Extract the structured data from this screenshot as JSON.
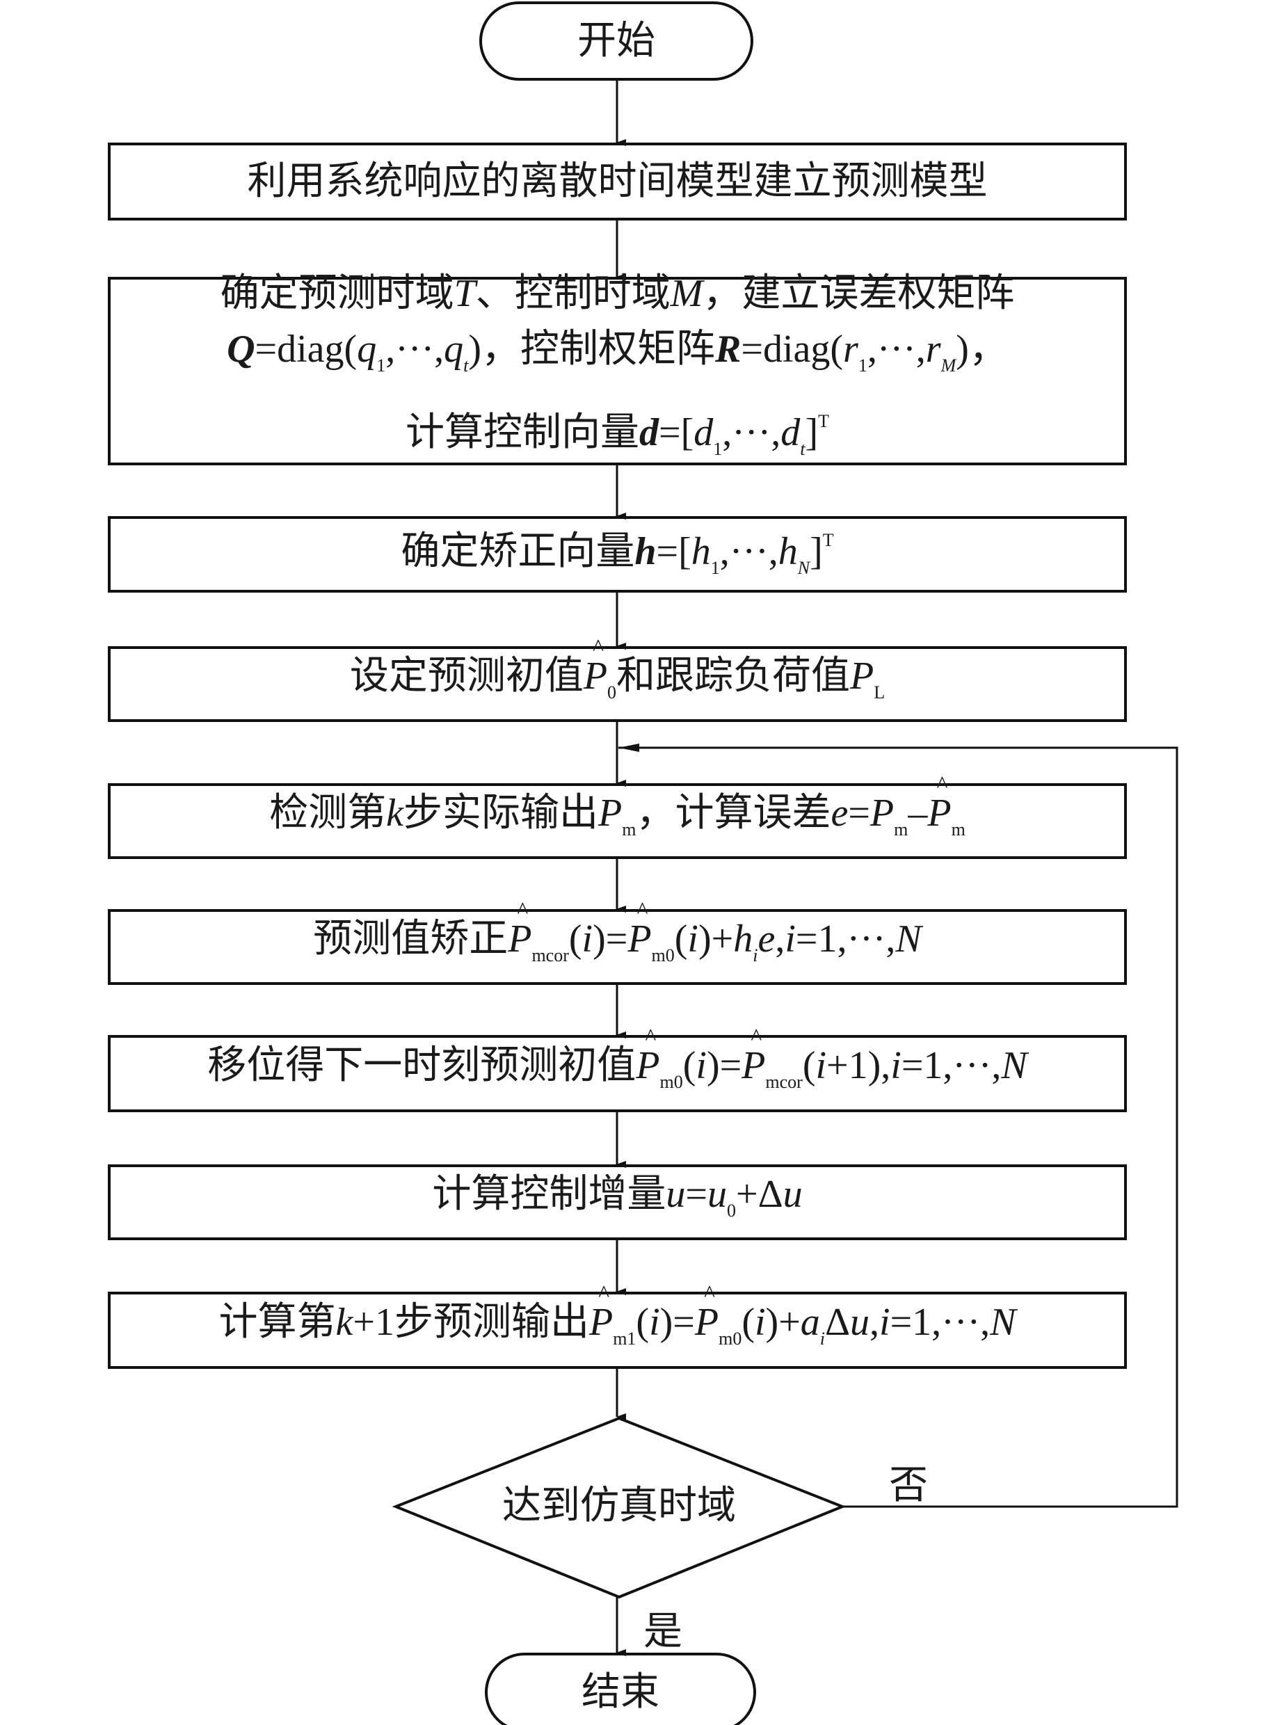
{
  "start": "开始",
  "end": "结束",
  "steps": [
    {
      "lines": [
        [
          [
            "利用系统响应的离散时间模型建立预测模型",
            ""
          ]
        ]
      ]
    },
    {
      "lines": [
        [
          [
            "确定预测时域",
            ""
          ],
          [
            "T",
            "i"
          ],
          [
            "、控制时域",
            ""
          ],
          [
            "M",
            "i"
          ],
          [
            "，建立误差权矩阵",
            ""
          ]
        ],
        [
          [
            "Q",
            "b"
          ],
          [
            "=diag(",
            ""
          ],
          [
            "q",
            "i"
          ],
          [
            "1",
            "s"
          ],
          [
            ",···,",
            ""
          ],
          [
            "q",
            "i"
          ],
          [
            "t",
            "si"
          ],
          [
            ")，控制权矩阵",
            ""
          ],
          [
            "R",
            "b"
          ],
          [
            "=diag(",
            ""
          ],
          [
            "r",
            "i"
          ],
          [
            "1",
            "s"
          ],
          [
            ",···,",
            ""
          ],
          [
            "r",
            "i"
          ],
          [
            "M",
            "si"
          ],
          [
            ")，",
            ""
          ]
        ],
        [
          [
            "计算控制向量",
            ""
          ],
          [
            "d",
            "b"
          ],
          [
            "=[",
            ""
          ],
          [
            "d",
            "i"
          ],
          [
            "1",
            "s"
          ],
          [
            ",···,",
            ""
          ],
          [
            "d",
            "i"
          ],
          [
            "t",
            "si"
          ],
          [
            "]",
            ""
          ],
          [
            "T",
            "S"
          ]
        ]
      ]
    },
    {
      "lines": [
        [
          [
            "确定矫正向量",
            ""
          ],
          [
            "h",
            "b"
          ],
          [
            "=[",
            ""
          ],
          [
            "h",
            "i"
          ],
          [
            "1",
            "s"
          ],
          [
            ",···,",
            ""
          ],
          [
            "h",
            "i"
          ],
          [
            "N",
            "si"
          ],
          [
            "]",
            ""
          ],
          [
            "T",
            "S"
          ]
        ]
      ]
    },
    {
      "lines": [
        [
          [
            "设定预测初值",
            ""
          ],
          [
            "P",
            "h"
          ],
          [
            "0",
            "s"
          ],
          [
            "和跟踪负荷值",
            ""
          ],
          [
            "P",
            "i"
          ],
          [
            "L",
            "s"
          ]
        ]
      ]
    },
    {
      "lines": [
        [
          [
            "检测第",
            ""
          ],
          [
            "k",
            "i"
          ],
          [
            "步实际输出",
            ""
          ],
          [
            "P",
            "i"
          ],
          [
            "m",
            "s"
          ],
          [
            "，计算误差",
            ""
          ],
          [
            "e",
            "i"
          ],
          [
            "=",
            ""
          ],
          [
            "P",
            "i"
          ],
          [
            "m",
            "s"
          ],
          [
            "–",
            ""
          ],
          [
            "P",
            "h"
          ],
          [
            "m",
            "s"
          ]
        ]
      ]
    },
    {
      "lines": [
        [
          [
            "预测值矫正",
            ""
          ],
          [
            "P",
            "h"
          ],
          [
            "mcor",
            "s"
          ],
          [
            "(",
            ""
          ],
          [
            "i",
            "i"
          ],
          [
            ")=",
            ""
          ],
          [
            "P",
            "h"
          ],
          [
            "m0",
            "s"
          ],
          [
            "(",
            ""
          ],
          [
            "i",
            "i"
          ],
          [
            ")+",
            ""
          ],
          [
            "h",
            "i"
          ],
          [
            "i",
            "si"
          ],
          [
            "e",
            "i"
          ],
          [
            ",",
            ""
          ],
          [
            "i",
            "i"
          ],
          [
            "=1,···,",
            ""
          ],
          [
            "N",
            "i"
          ]
        ]
      ]
    },
    {
      "lines": [
        [
          [
            "移位得下一时刻预测初值",
            ""
          ],
          [
            "P",
            "h"
          ],
          [
            "m0",
            "s"
          ],
          [
            "(",
            ""
          ],
          [
            "i",
            "i"
          ],
          [
            ")=",
            ""
          ],
          [
            "P",
            "h"
          ],
          [
            "mcor",
            "s"
          ],
          [
            "(",
            ""
          ],
          [
            "i",
            "i"
          ],
          [
            "+1),",
            ""
          ],
          [
            "i",
            "i"
          ],
          [
            "=1,···,",
            ""
          ],
          [
            "N",
            "i"
          ]
        ]
      ]
    },
    {
      "lines": [
        [
          [
            "计算控制增量",
            ""
          ],
          [
            "u",
            "i"
          ],
          [
            "=",
            ""
          ],
          [
            "u",
            "i"
          ],
          [
            "0",
            "s"
          ],
          [
            "+Δ",
            ""
          ],
          [
            "u",
            "i"
          ]
        ]
      ]
    },
    {
      "lines": [
        [
          [
            "计算第",
            ""
          ],
          [
            "k",
            "i"
          ],
          [
            "+1步预测输出",
            ""
          ],
          [
            "P",
            "h"
          ],
          [
            "m1",
            "s"
          ],
          [
            "(",
            ""
          ],
          [
            "i",
            "i"
          ],
          [
            ")=",
            ""
          ],
          [
            "P",
            "h"
          ],
          [
            "m0",
            "s"
          ],
          [
            "(",
            ""
          ],
          [
            "i",
            "i"
          ],
          [
            ")+",
            ""
          ],
          [
            "a",
            "i"
          ],
          [
            "i",
            "si"
          ],
          [
            "Δ",
            ""
          ],
          [
            "u",
            "i"
          ],
          [
            ",",
            ""
          ],
          [
            "i",
            "i"
          ],
          [
            "=1,···,",
            ""
          ],
          [
            "N",
            "i"
          ]
        ]
      ]
    }
  ],
  "decision": {
    "label": "达到仿真时域",
    "no": "否",
    "yes": "是"
  }
}
